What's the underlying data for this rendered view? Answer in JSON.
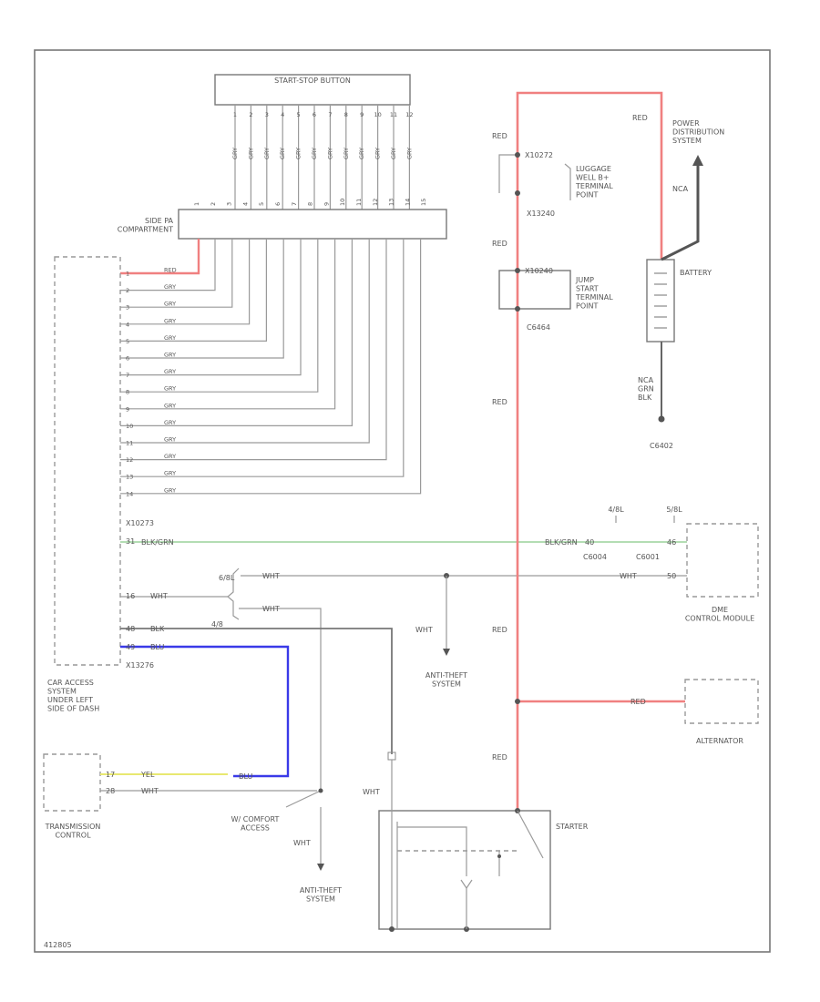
{
  "colors": {
    "red": "#f08080",
    "green": "#9ad29a",
    "blue": "#3a3ae8",
    "yellow": "#e8e870",
    "black": "#555555"
  },
  "components": {
    "start_stop_button": "START-STOP BUTTON",
    "side_panel": "SIDE PA\nCOMPARTMENT",
    "car_access": "CAR ACCESS\nSYSTEM\nUNDER LEFT\nSIDE OF DASH",
    "transmission": "TRANSMISSION\nCONTROL",
    "luggage_well": "LUGGAGE\nWELL B+\nTERMINAL\nPOINT",
    "jump_start": "JUMP\nSTART\nTERMINAL\nPOINT",
    "battery": "BATTERY",
    "power_distribution": "POWER\nDISTRIBUTION\nSYSTEM",
    "dme": "DME\nCONTROL MODULE",
    "alternator": "ALTERNATOR",
    "starter": "STARTER",
    "anti_theft_1": "ANTI-THEFT\nSYSTEM",
    "anti_theft_2": "ANTI-THEFT\nSYSTEM",
    "comfort_access": "W/ COMFORT\nACCESS"
  },
  "connectors": {
    "x10272": "X10272",
    "x13240": "X13240",
    "x10273": "X10273",
    "x13276": "X13276",
    "c6464": "C6464",
    "x10240": "X10240",
    "c6402": "C6402",
    "c6004": "C6004",
    "c6001": "C6001",
    "diagram_id": "412805"
  },
  "wire_labels": {
    "red": "RED",
    "red2": "RED",
    "red3": "RED",
    "red4": "RED",
    "red5": "RED",
    "red6": "RED",
    "red7": "RED",
    "nca": "NCA",
    "nca_grn_blk": "NCA\nGRN\nBLK",
    "blk_grn_left": "BLK/GRN",
    "blk_grn_right": "BLK/GRN",
    "wht_a": "WHT",
    "wht_b": "WHT",
    "wht_c": "WHT",
    "wht_d": "WHT",
    "wht_e": "WHT",
    "wht_f": "WHT",
    "wht_g": "WHT",
    "wht_h": "WHT",
    "blk_a": "BLK",
    "blu_a": "BLU",
    "blu_b": "BLU",
    "yel": "YEL",
    "m_48": "4/8L",
    "m_58": "5/8L",
    "m_68": "6/8L",
    "m_48b": "4/8",
    "pin_31": "31",
    "pin_40": "40",
    "pin_46": "46",
    "pin_50": "50",
    "pin_16": "16",
    "pin_17": "17",
    "pin_28": "28",
    "pin_48p": "48",
    "pin_49": "49"
  },
  "harness": {
    "top_pins": [
      "1",
      "2",
      "3",
      "4",
      "5",
      "6",
      "7",
      "8",
      "9",
      "10",
      "11",
      "12"
    ],
    "top_wire_color": "GRY",
    "mid_pins": [
      "1",
      "2",
      "3",
      "4",
      "5",
      "6",
      "7",
      "8",
      "9",
      "10",
      "11",
      "12",
      "13",
      "14",
      "15"
    ],
    "left_pins": [
      "1",
      "2",
      "3",
      "4",
      "5",
      "6",
      "7",
      "8",
      "9",
      "10",
      "11",
      "12",
      "13",
      "14"
    ],
    "left_colors": [
      "RED",
      "GRY",
      "GRY",
      "GRY",
      "GRY",
      "GRY",
      "GRY",
      "GRY",
      "GRY",
      "GRY",
      "GRY",
      "GRY",
      "GRY",
      "GRY"
    ]
  }
}
